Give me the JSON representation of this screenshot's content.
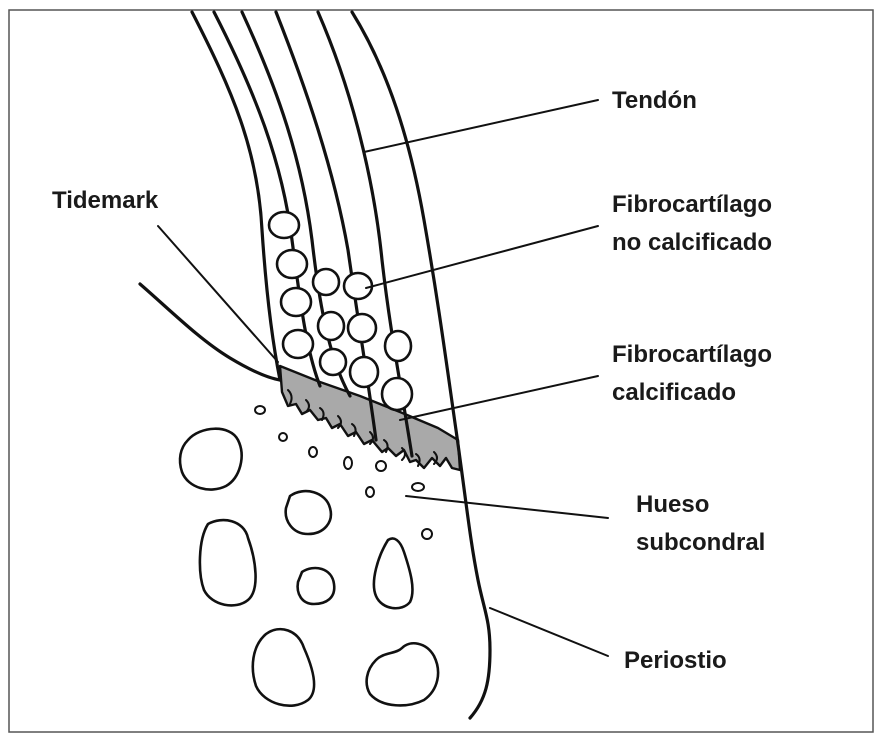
{
  "labels": {
    "tendon": "Tendón",
    "tidemark": "Tidemark",
    "fibro_no_calc_1": "Fibrocartílago",
    "fibro_no_calc_2": "no calcificado",
    "fibro_calc_1": "Fibrocartílago",
    "fibro_calc_2": "calcificado",
    "hueso_1": "Hueso",
    "hueso_2": "subcondral",
    "periostio": "Periostio"
  },
  "colors": {
    "ink": "#111111",
    "calcified_zone": "#a9a9a9",
    "background": "#ffffff",
    "frame": "#555555"
  }
}
